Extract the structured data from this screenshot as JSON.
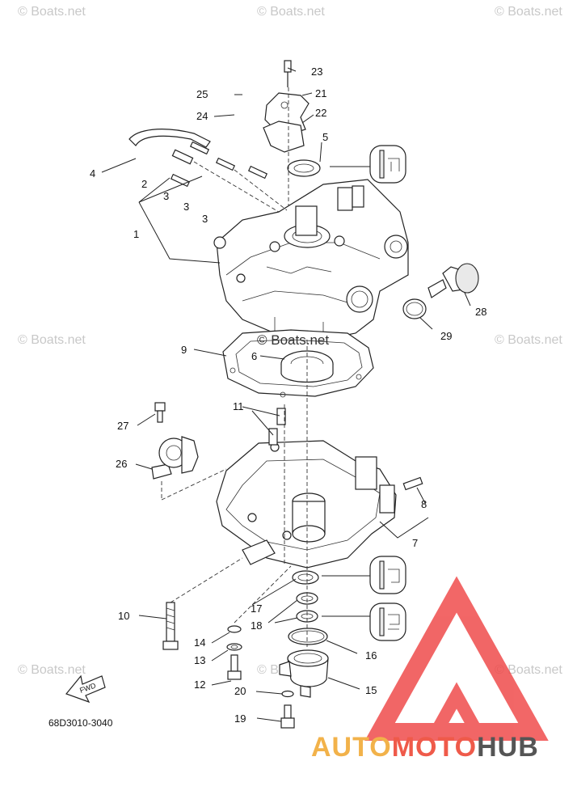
{
  "watermarks": {
    "text": "© Boats.net",
    "center_text": "© Boats.net"
  },
  "diagram_code": "68D3010-3040",
  "fwd_label": "FWD",
  "callouts": {
    "c1": "1",
    "c2": "2",
    "c3a": "3",
    "c3b": "3",
    "c3c": "3",
    "c4": "4",
    "c5": "5",
    "c6": "6",
    "c7": "7",
    "c8": "8",
    "c9": "9",
    "c10": "10",
    "c11": "11",
    "c12": "12",
    "c13": "13",
    "c14": "14",
    "c15": "15",
    "c16": "16",
    "c17": "17",
    "c18": "18",
    "c19": "19",
    "c20": "20",
    "c21": "21",
    "c22": "22",
    "c23": "23",
    "c24": "24",
    "c25": "25",
    "c26": "26",
    "c27": "27",
    "c28": "28",
    "c29": "29"
  },
  "logo": {
    "part1": "AUTO",
    "part2": "MOTO",
    "part3": "HUB",
    "color1": "#f2b24a",
    "color2": "#ef5a4a",
    "color3": "#555555",
    "triangle_color": "#ef4545"
  }
}
